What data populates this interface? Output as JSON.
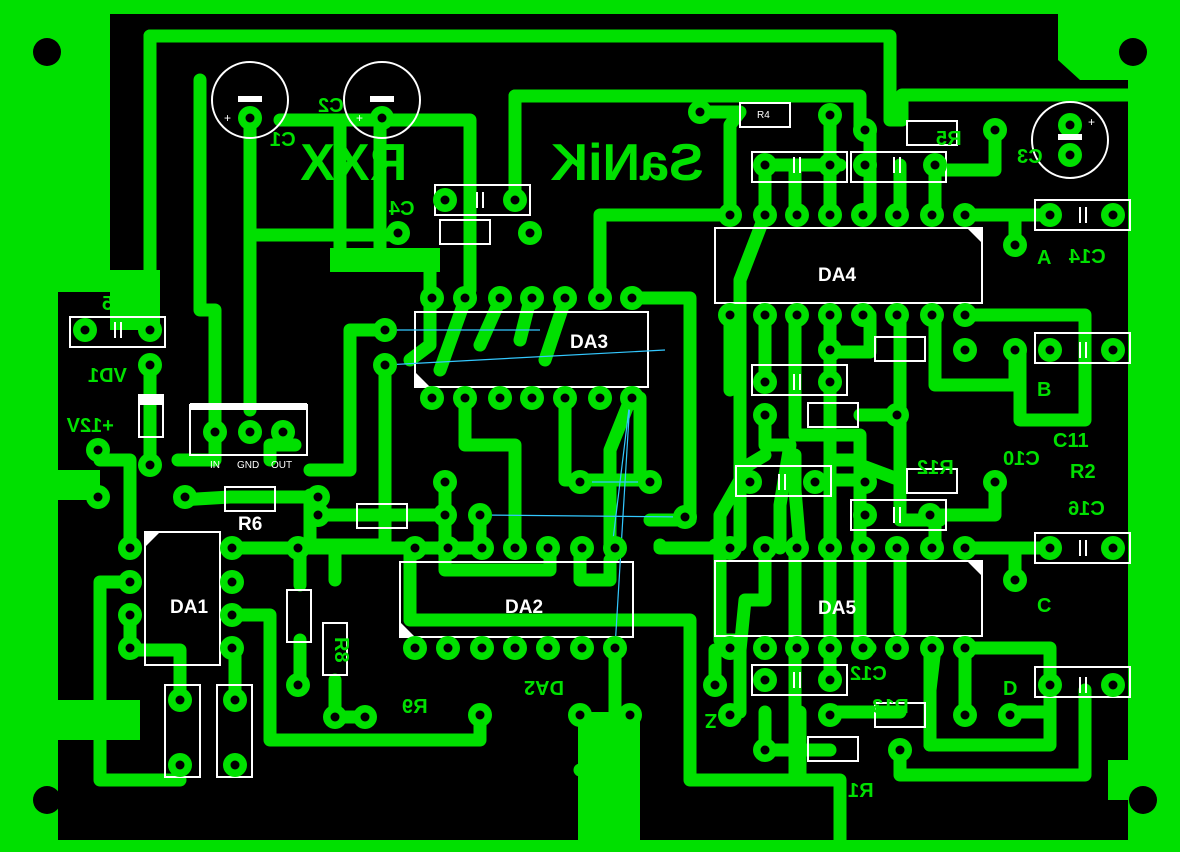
{
  "colors": {
    "copper": "#00e000",
    "silk": "#ffffff",
    "board": "#000000",
    "ratsnest": "#33c8ff"
  },
  "brand": {
    "mirror_text_1": "RXX",
    "mirror_text_2": "SaNiK"
  },
  "chips": {
    "da1": "DA1",
    "da2": "DA2",
    "da3": "DA3",
    "da4": "DA4",
    "da5": "DA5"
  },
  "caps": {
    "c1": "C1",
    "c2": "C2",
    "c3": "C3",
    "c4": "C4",
    "c5": "C5",
    "c10": "C10",
    "c12": "C12",
    "c14": "C14",
    "c16": "C16"
  },
  "resistors": {
    "r1": "R1",
    "r4": "R4",
    "r5": "R5",
    "r6": "R6",
    "r8": "R8",
    "r9": "R9",
    "r12": "R12",
    "r13": "R13"
  },
  "labels": {
    "vd1": "VD1",
    "power": "+12V",
    "regulator_in": "IN",
    "regulator_gnd": "GND",
    "regulator_out": "OUT",
    "r2": "R2",
    "c11": "C11",
    "da2_mirror": "DA2",
    "z_mark": "Z"
  },
  "channels": {
    "a": "A",
    "b": "B",
    "c": "C",
    "d": "D"
  }
}
